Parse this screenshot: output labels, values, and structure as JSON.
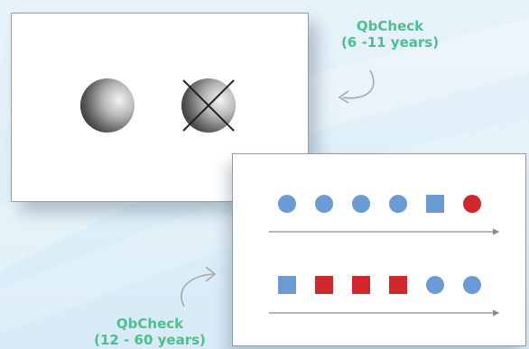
{
  "labels": {
    "child": {
      "name": "QbCheck",
      "age_range": "(6 -11 years)"
    },
    "adult": {
      "name": "QbCheck",
      "age_range": "(12 - 60 years)"
    }
  },
  "child_test": {
    "stimuli": [
      "plain-circle",
      "crossed-circle"
    ]
  },
  "adult_test": {
    "rows": [
      [
        "circle",
        "circle",
        "circle",
        "circle",
        "square",
        "circle"
      ],
      [
        "square",
        "square",
        "square",
        "square",
        "circle",
        "circle"
      ]
    ],
    "row_colors": [
      [
        "blue",
        "blue",
        "blue",
        "blue",
        "blue",
        "red"
      ],
      [
        "blue",
        "red",
        "red",
        "red",
        "blue",
        "blue"
      ]
    ]
  },
  "colors": {
    "label_green": "#4dbf8f",
    "shape_blue": "#6b9bd4",
    "shape_red": "#d0262c",
    "line_gray": "#8a8a8a",
    "arrow_gray": "#a8a8a8"
  }
}
